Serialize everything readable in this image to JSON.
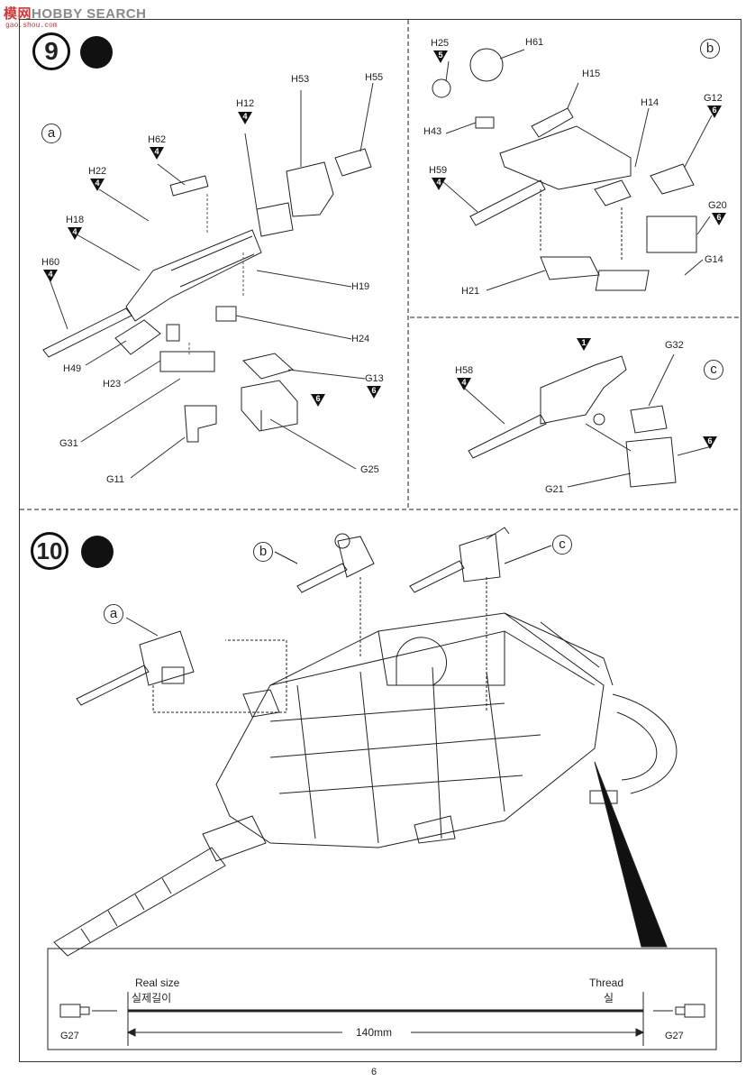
{
  "watermark": {
    "brand_left": "模",
    "brand_right": "网",
    "brand_text": "HOBBY SEARCH",
    "sub_url": "gao.shou.com"
  },
  "steps": [
    {
      "number": "9"
    },
    {
      "number": "10"
    }
  ],
  "sub_assemblies": {
    "a": "a",
    "b": "b",
    "c": "c"
  },
  "step9a": {
    "parts": [
      {
        "id": "H53"
      },
      {
        "id": "H55"
      },
      {
        "id": "H12",
        "tag": "4"
      },
      {
        "id": "H62",
        "tag": "4"
      },
      {
        "id": "H22",
        "tag": "4"
      },
      {
        "id": "H18",
        "tag": "4"
      },
      {
        "id": "H60",
        "tag": "4"
      },
      {
        "id": "H19"
      },
      {
        "id": "H24"
      },
      {
        "id": "H49"
      },
      {
        "id": "H23"
      },
      {
        "id": "G13",
        "tag": "6"
      },
      {
        "id": "G31"
      },
      {
        "id": "G25"
      },
      {
        "id": "G11"
      }
    ],
    "extra_tag": "6"
  },
  "step9b": {
    "parts": [
      {
        "id": "H25",
        "tag": "5"
      },
      {
        "id": "H61"
      },
      {
        "id": "H15"
      },
      {
        "id": "H43"
      },
      {
        "id": "H14"
      },
      {
        "id": "G12",
        "tag": "6"
      },
      {
        "id": "H59",
        "tag": "4"
      },
      {
        "id": "G20",
        "tag": "6"
      },
      {
        "id": "G14"
      },
      {
        "id": "H21"
      }
    ]
  },
  "step9c": {
    "parts": [
      {
        "id": "H58",
        "tag": "4"
      },
      {
        "id": "G32"
      },
      {
        "id": "G21"
      }
    ],
    "top_tag": "1",
    "side_tag": "6"
  },
  "step10": {
    "thread_box": {
      "real_size_en": "Real size",
      "real_size_ko": "실제길이",
      "thread_en": "Thread",
      "thread_ko": "실",
      "length": "140mm",
      "left_part": "G27",
      "right_part": "G27"
    }
  },
  "page_number": "6"
}
